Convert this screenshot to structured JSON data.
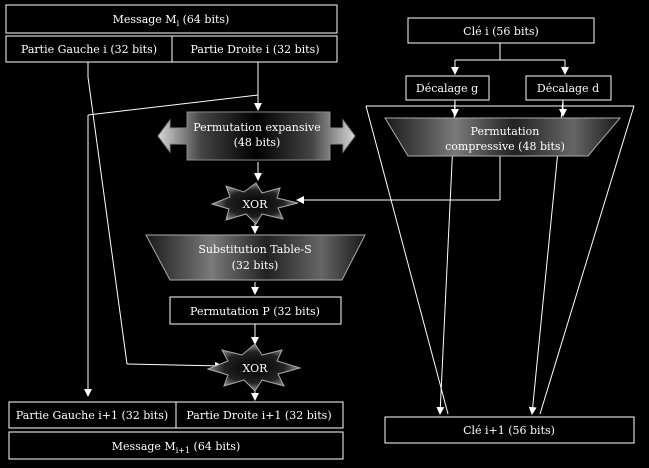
{
  "message_top": {
    "main": "Message M",
    "sub": "i",
    "suffix": " (64 bits)"
  },
  "left_half_i": "Partie Gauche i (32 bits)",
  "right_half_i": "Partie Droite i (32 bits)",
  "expansion": {
    "line1": "Permutation expansive",
    "line2": "(48 bits)"
  },
  "xor_top": "XOR",
  "sbox": {
    "line1": "Substitution Table-S",
    "line2": "(32 bits)"
  },
  "perm_p": "Permutation P (32 bits)",
  "xor_bottom": "XOR",
  "left_half_next": "Partie Gauche i+1 (32 bits)",
  "right_half_next": "Partie Droite i+1 (32 bits)",
  "message_bottom": {
    "main": "Message M",
    "sub": "i+1",
    "suffix": " (64 bits)"
  },
  "key_i": "Clé i (56 bits)",
  "shift_left": "Décalage g",
  "shift_right": "Décalage d",
  "compression": {
    "line1": "Permutation",
    "line2": "compressive (48 bits)"
  },
  "key_next": "Clé i+1 (56 bits)",
  "colors": {
    "background": "#000000",
    "line": "#ffffff",
    "text": "#ffffff"
  }
}
